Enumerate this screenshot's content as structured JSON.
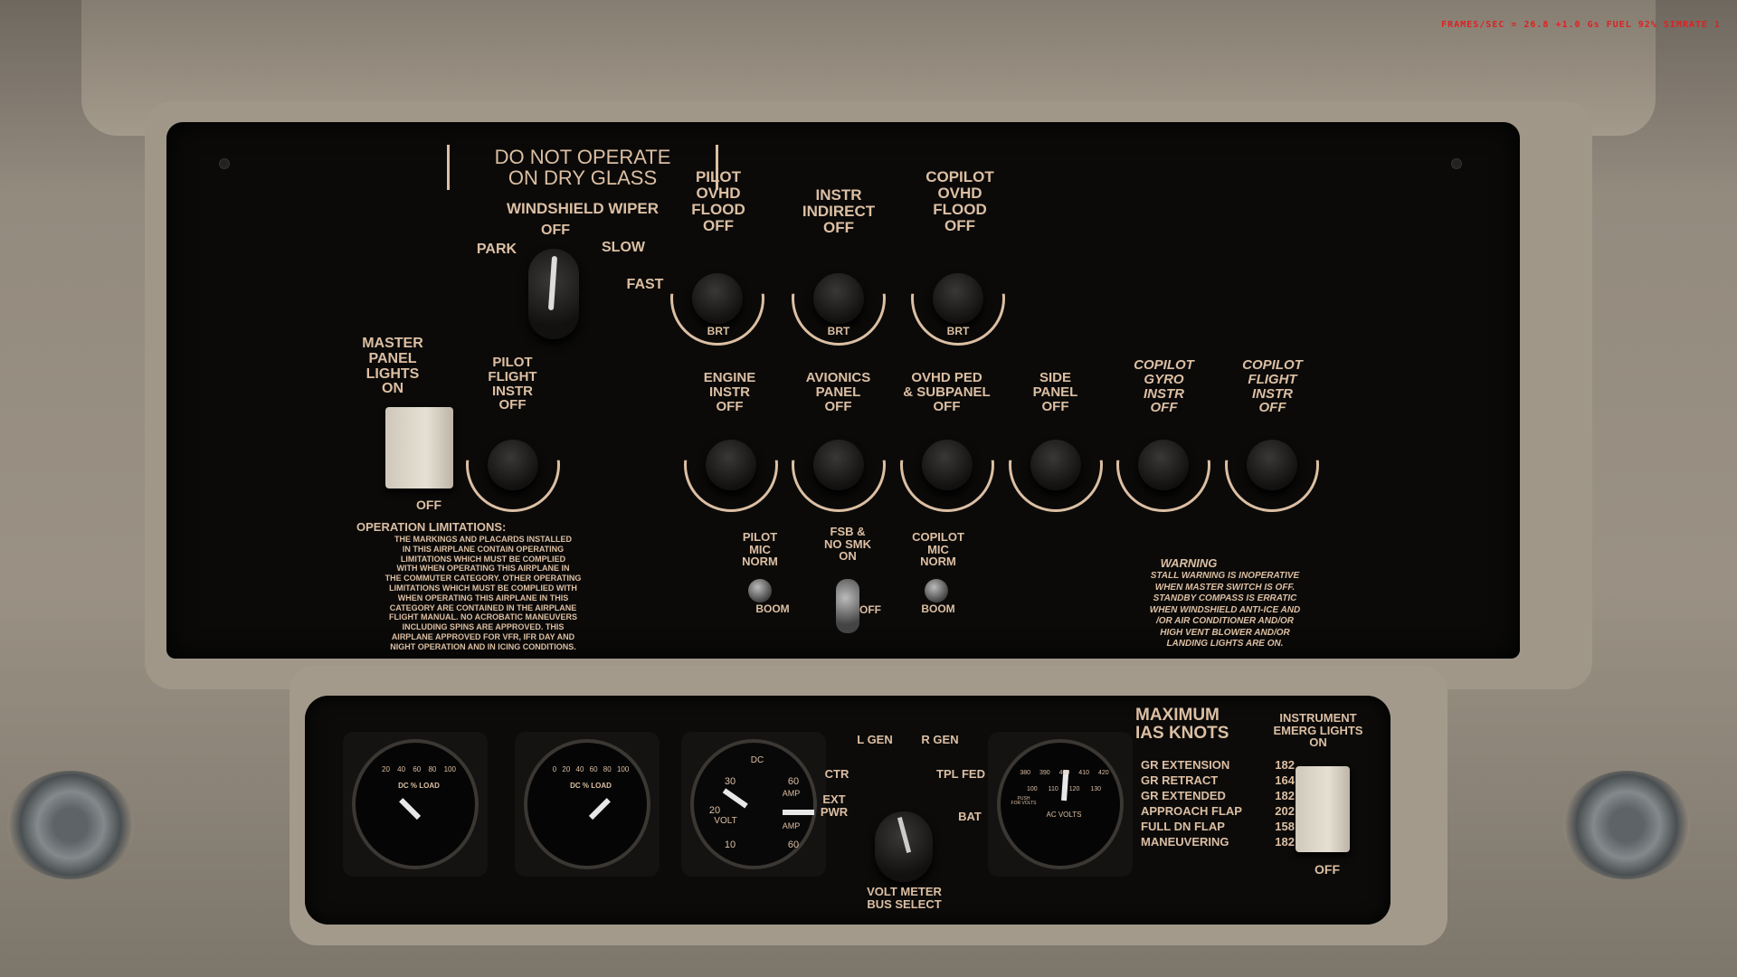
{
  "overlay": {
    "sim_status": "FRAMES/SEC = 26.8  +1.0 Gs  FUEL 92%  SIMRATE 1"
  },
  "upper": {
    "placard_dry_glass": "DO NOT OPERATE\nON DRY GLASS",
    "wiper": {
      "title": "WINDSHIELD WIPER",
      "off": "OFF",
      "park": "PARK",
      "slow": "SLOW",
      "fast": "FAST"
    },
    "flood_knobs": [
      {
        "label": "PILOT\nOVHD\nFLOOD\nOFF",
        "brt": "BRT"
      },
      {
        "label": "INSTR\nINDIRECT\nOFF",
        "brt": "BRT"
      },
      {
        "label": "COPILOT\nOVHD\nFLOOD\nOFF",
        "brt": "BRT"
      }
    ],
    "master": {
      "label": "MASTER\nPANEL\nLIGHTS\nON",
      "off": "OFF"
    },
    "row_knobs": [
      {
        "label": "PILOT\nFLIGHT\nINSTR\nOFF"
      },
      {
        "label": "ENGINE\nINSTR\nOFF"
      },
      {
        "label": "AVIONICS\nPANEL\nOFF"
      },
      {
        "label": "OVHD  PED\n& SUBPANEL\nOFF"
      },
      {
        "label": "SIDE\nPANEL\nOFF"
      },
      {
        "label": "COPILOT\nGYRO\nINSTR\nOFF"
      },
      {
        "label": "COPILOT\nFLIGHT\nINSTR\nOFF"
      }
    ],
    "brt": "BRT",
    "toggles": [
      {
        "label": "PILOT\nMIC\nNORM",
        "bottom": "BOOM"
      },
      {
        "label": "FSB &\nNO SMK\nON",
        "bottom": "OFF"
      },
      {
        "label": "COPILOT\nMIC\nNORM",
        "bottom": "BOOM"
      }
    ],
    "op_limits": {
      "title": "OPERATION LIMITATIONS:",
      "body": "THE MARKINGS AND PLACARDS INSTALLED\nIN THIS AIRPLANE CONTAIN OPERATING\nLIMITATIONS WHICH MUST BE COMPLIED\nWITH WHEN OPERATING THIS AIRPLANE IN\nTHE COMMUTER CATEGORY. OTHER OPERATING\nLIMITATIONS WHICH MUST BE COMPLIED WITH\nWHEN OPERATING THIS AIRPLANE IN THIS\nCATEGORY ARE CONTAINED IN THE AIRPLANE\nFLIGHT MANUAL. NO ACROBATIC MANEUVERS\nINCLUDING SPINS ARE APPROVED. THIS\nAIRPLANE APPROVED FOR VFR, IFR DAY AND\nNIGHT OPERATION AND IN ICING CONDITIONS."
    },
    "warning": {
      "title": "WARNING",
      "body": "STALL WARNING IS INOPERATIVE\nWHEN MASTER SWITCH IS OFF.\nSTANDBY COMPASS IS ERRATIC\nWHEN WINDSHIELD ANTI-ICE AND\n/OR AIR CONDITIONER AND/OR\nHIGH VENT BLOWER AND/OR\nLANDING LIGHTS ARE ON."
    }
  },
  "lower": {
    "load_gauges": [
      {
        "label": "DC % LOAD",
        "ticks": [
          "20",
          "40",
          "60",
          "80",
          "100"
        ],
        "value": 0
      },
      {
        "label": "DC % LOAD",
        "ticks": [
          "0",
          "20",
          "40",
          "60",
          "80",
          "100"
        ],
        "value": 100
      }
    ],
    "dc_gauge": {
      "title": "DC",
      "volt": "VOLT",
      "amp_top": "AMP",
      "amp_bottom": "AMP",
      "ticks": [
        "30",
        "20",
        "10",
        "60",
        "60"
      ],
      "volts": 29,
      "amps": 0
    },
    "bus_select": {
      "title": "VOLT METER\nBUS SELECT",
      "positions": [
        "EXT\nPWR",
        "CTR",
        "L GEN",
        "R GEN",
        "TPL FED",
        "BAT"
      ],
      "selected": "L GEN"
    },
    "ac_gauge": {
      "label": "AC VOLTS",
      "push": "PUSH\nFOR VOLTS",
      "outer_ticks": [
        "380",
        "390",
        "400",
        "410",
        "420"
      ],
      "inner_ticks": [
        "100",
        "110",
        "120",
        "130"
      ],
      "value": 118
    },
    "ias": {
      "title": "MAXIMUM\nIAS KNOTS",
      "rows": [
        {
          "name": "GR EXTENSION",
          "value": "182"
        },
        {
          "name": "GR RETRACT",
          "value": "164"
        },
        {
          "name": "GR EXTENDED",
          "value": "182"
        },
        {
          "name": "APPROACH FLAP",
          "value": "202"
        },
        {
          "name": "FULL DN FLAP",
          "value": "158"
        },
        {
          "name": "MANEUVERING",
          "value": "182"
        }
      ]
    },
    "emerg": {
      "label": "INSTRUMENT\nEMERG LIGHTS\nON",
      "off": "OFF"
    }
  }
}
